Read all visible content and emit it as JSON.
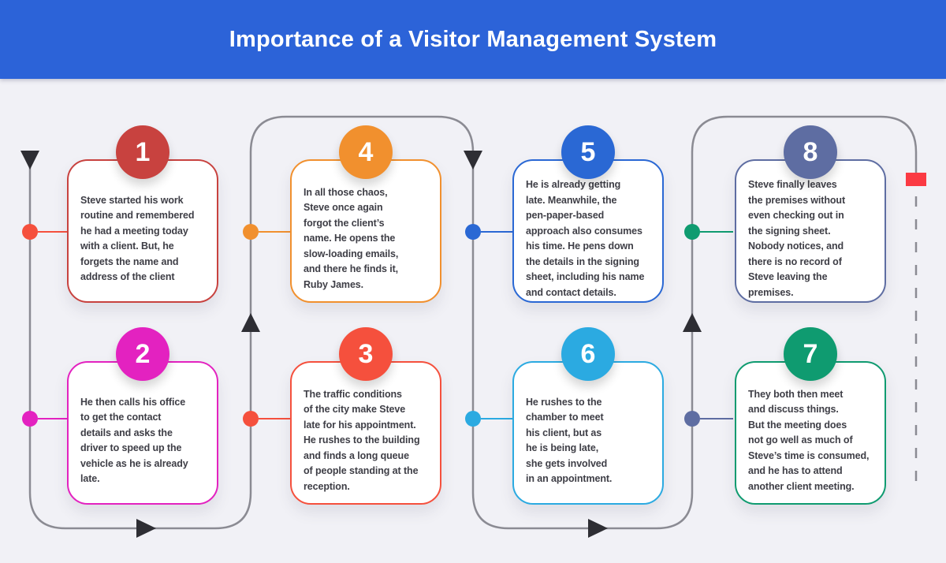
{
  "header": {
    "title": "Importance of a Visitor Management System",
    "bg_color": "#2c63d8",
    "text_color": "#ffffff"
  },
  "background_color": "#f1f1f6",
  "flow": {
    "line_color": "#8b8b93",
    "arrow_color": "#2e2e34",
    "end_marker_color": "#fb3a43"
  },
  "steps": [
    {
      "number": "1",
      "accent_color": "#c8423f",
      "dot_color": "#f5503d",
      "text": "Steve started his work\nroutine and remembered\nhe had a meeting today\nwith a client. But, he\nforgets the name and\naddress of the client"
    },
    {
      "number": "2",
      "accent_color": "#e322c0",
      "dot_color": "#e322c0",
      "text": "He then calls his office\nto get the contact\ndetails and asks the\ndriver to speed up the\nvehicle as he is already\nlate."
    },
    {
      "number": "3",
      "accent_color": "#f5503d",
      "dot_color": "#f5503d",
      "text": "The traffic conditions\nof the city make Steve\nlate for his appointment.\nHe rushes to the building\nand finds a long queue\nof people standing at the\nreception."
    },
    {
      "number": "4",
      "accent_color": "#f1902e",
      "dot_color": "#f1902e",
      "text": "In all those chaos,\nSteve once again\nforgot the client’s\nname. He opens the\nslow-loading emails,\nand there he finds it,\nRuby James."
    },
    {
      "number": "5",
      "accent_color": "#2a68d4",
      "dot_color": "#2a68d4",
      "text": "He is already getting\nlate. Meanwhile, the\npen-paper-based\napproach also consumes\nhis time. He pens down\nthe details in the signing\nsheet, including his name\nand contact details."
    },
    {
      "number": "6",
      "accent_color": "#2baae1",
      "dot_color": "#2baae1",
      "text": "He rushes to the\nchamber to meet\nhis client, but as\nhe is being late,\nshe gets involved\nin an appointment."
    },
    {
      "number": "7",
      "accent_color": "#0f9b70",
      "dot_color": "#5e6da2",
      "text": "They both then meet\nand discuss things.\nBut the meeting does\nnot go well as much of\nSteve’s time is consumed,\nand he has to attend\nanother client meeting."
    },
    {
      "number": "8",
      "accent_color": "#5e6da2",
      "dot_color": "#0f9b70",
      "text": "Steve finally leaves\nthe premises without\neven checking out in\nthe signing sheet.\nNobody notices, and\nthere is no record of\nSteve leaving the\npremises."
    }
  ]
}
